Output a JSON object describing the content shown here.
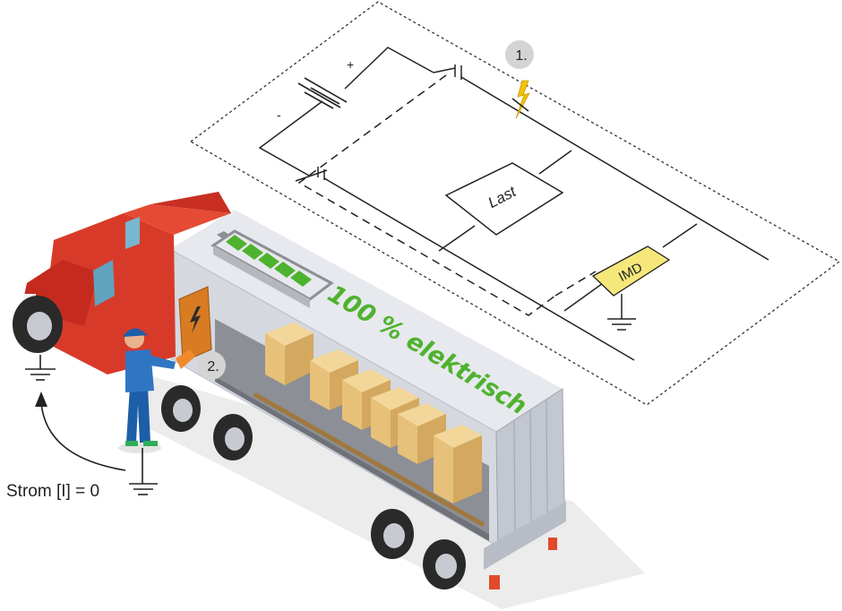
{
  "circuit": {
    "marker_1": "1.",
    "load_label": "Last",
    "imd_label": "IMD",
    "plus_sign": "+",
    "minus_sign": "-"
  },
  "truck": {
    "slogan": "100 % elektrisch",
    "marker_2": "2.",
    "battery_charge_percent": 100
  },
  "ground": {
    "current_label": "Strom [I] = 0"
  },
  "colors": {
    "truck_red": "#d83a2a",
    "battery_green": "#4fb22e",
    "imd_yellow": "#f5e77a",
    "fault_yellow": "#f2c200",
    "marker_grey": "#d4d4d4",
    "worker_blue": "#1d5ea8"
  },
  "icons": [
    "lightning-icon",
    "ground-symbol-icon",
    "battery-icon",
    "fault-spark-icon"
  ]
}
